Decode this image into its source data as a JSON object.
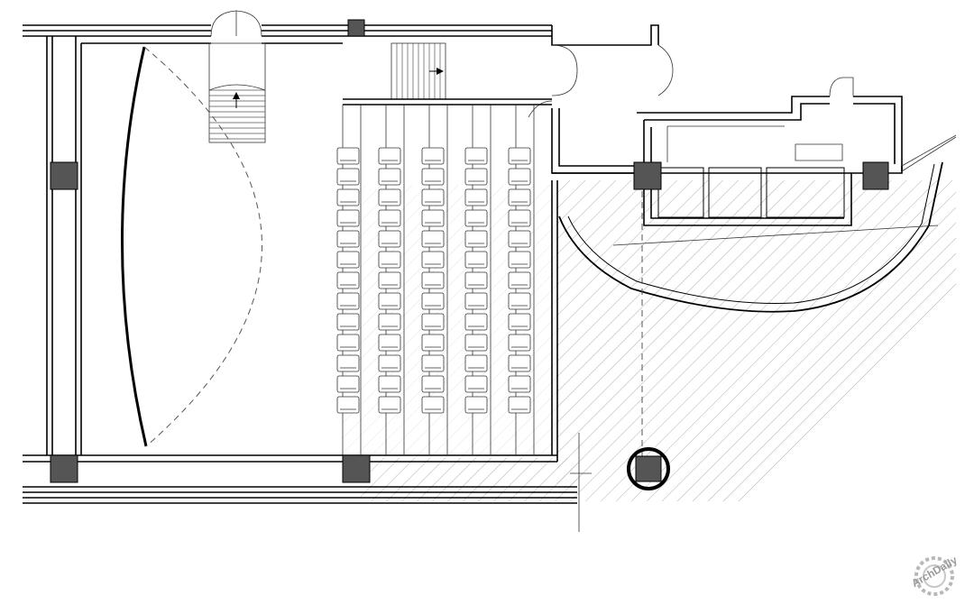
{
  "drawing": {
    "type": "architectural floor plan",
    "seating": {
      "rows": 13,
      "columns": 5
    },
    "colors": {
      "line": "#000000",
      "column_fill": "#555555",
      "hatch": "#9a9a9a",
      "background": "#ffffff"
    }
  },
  "watermark": {
    "text": "ArchDaily",
    "icon": "gear-stamp-icon"
  }
}
